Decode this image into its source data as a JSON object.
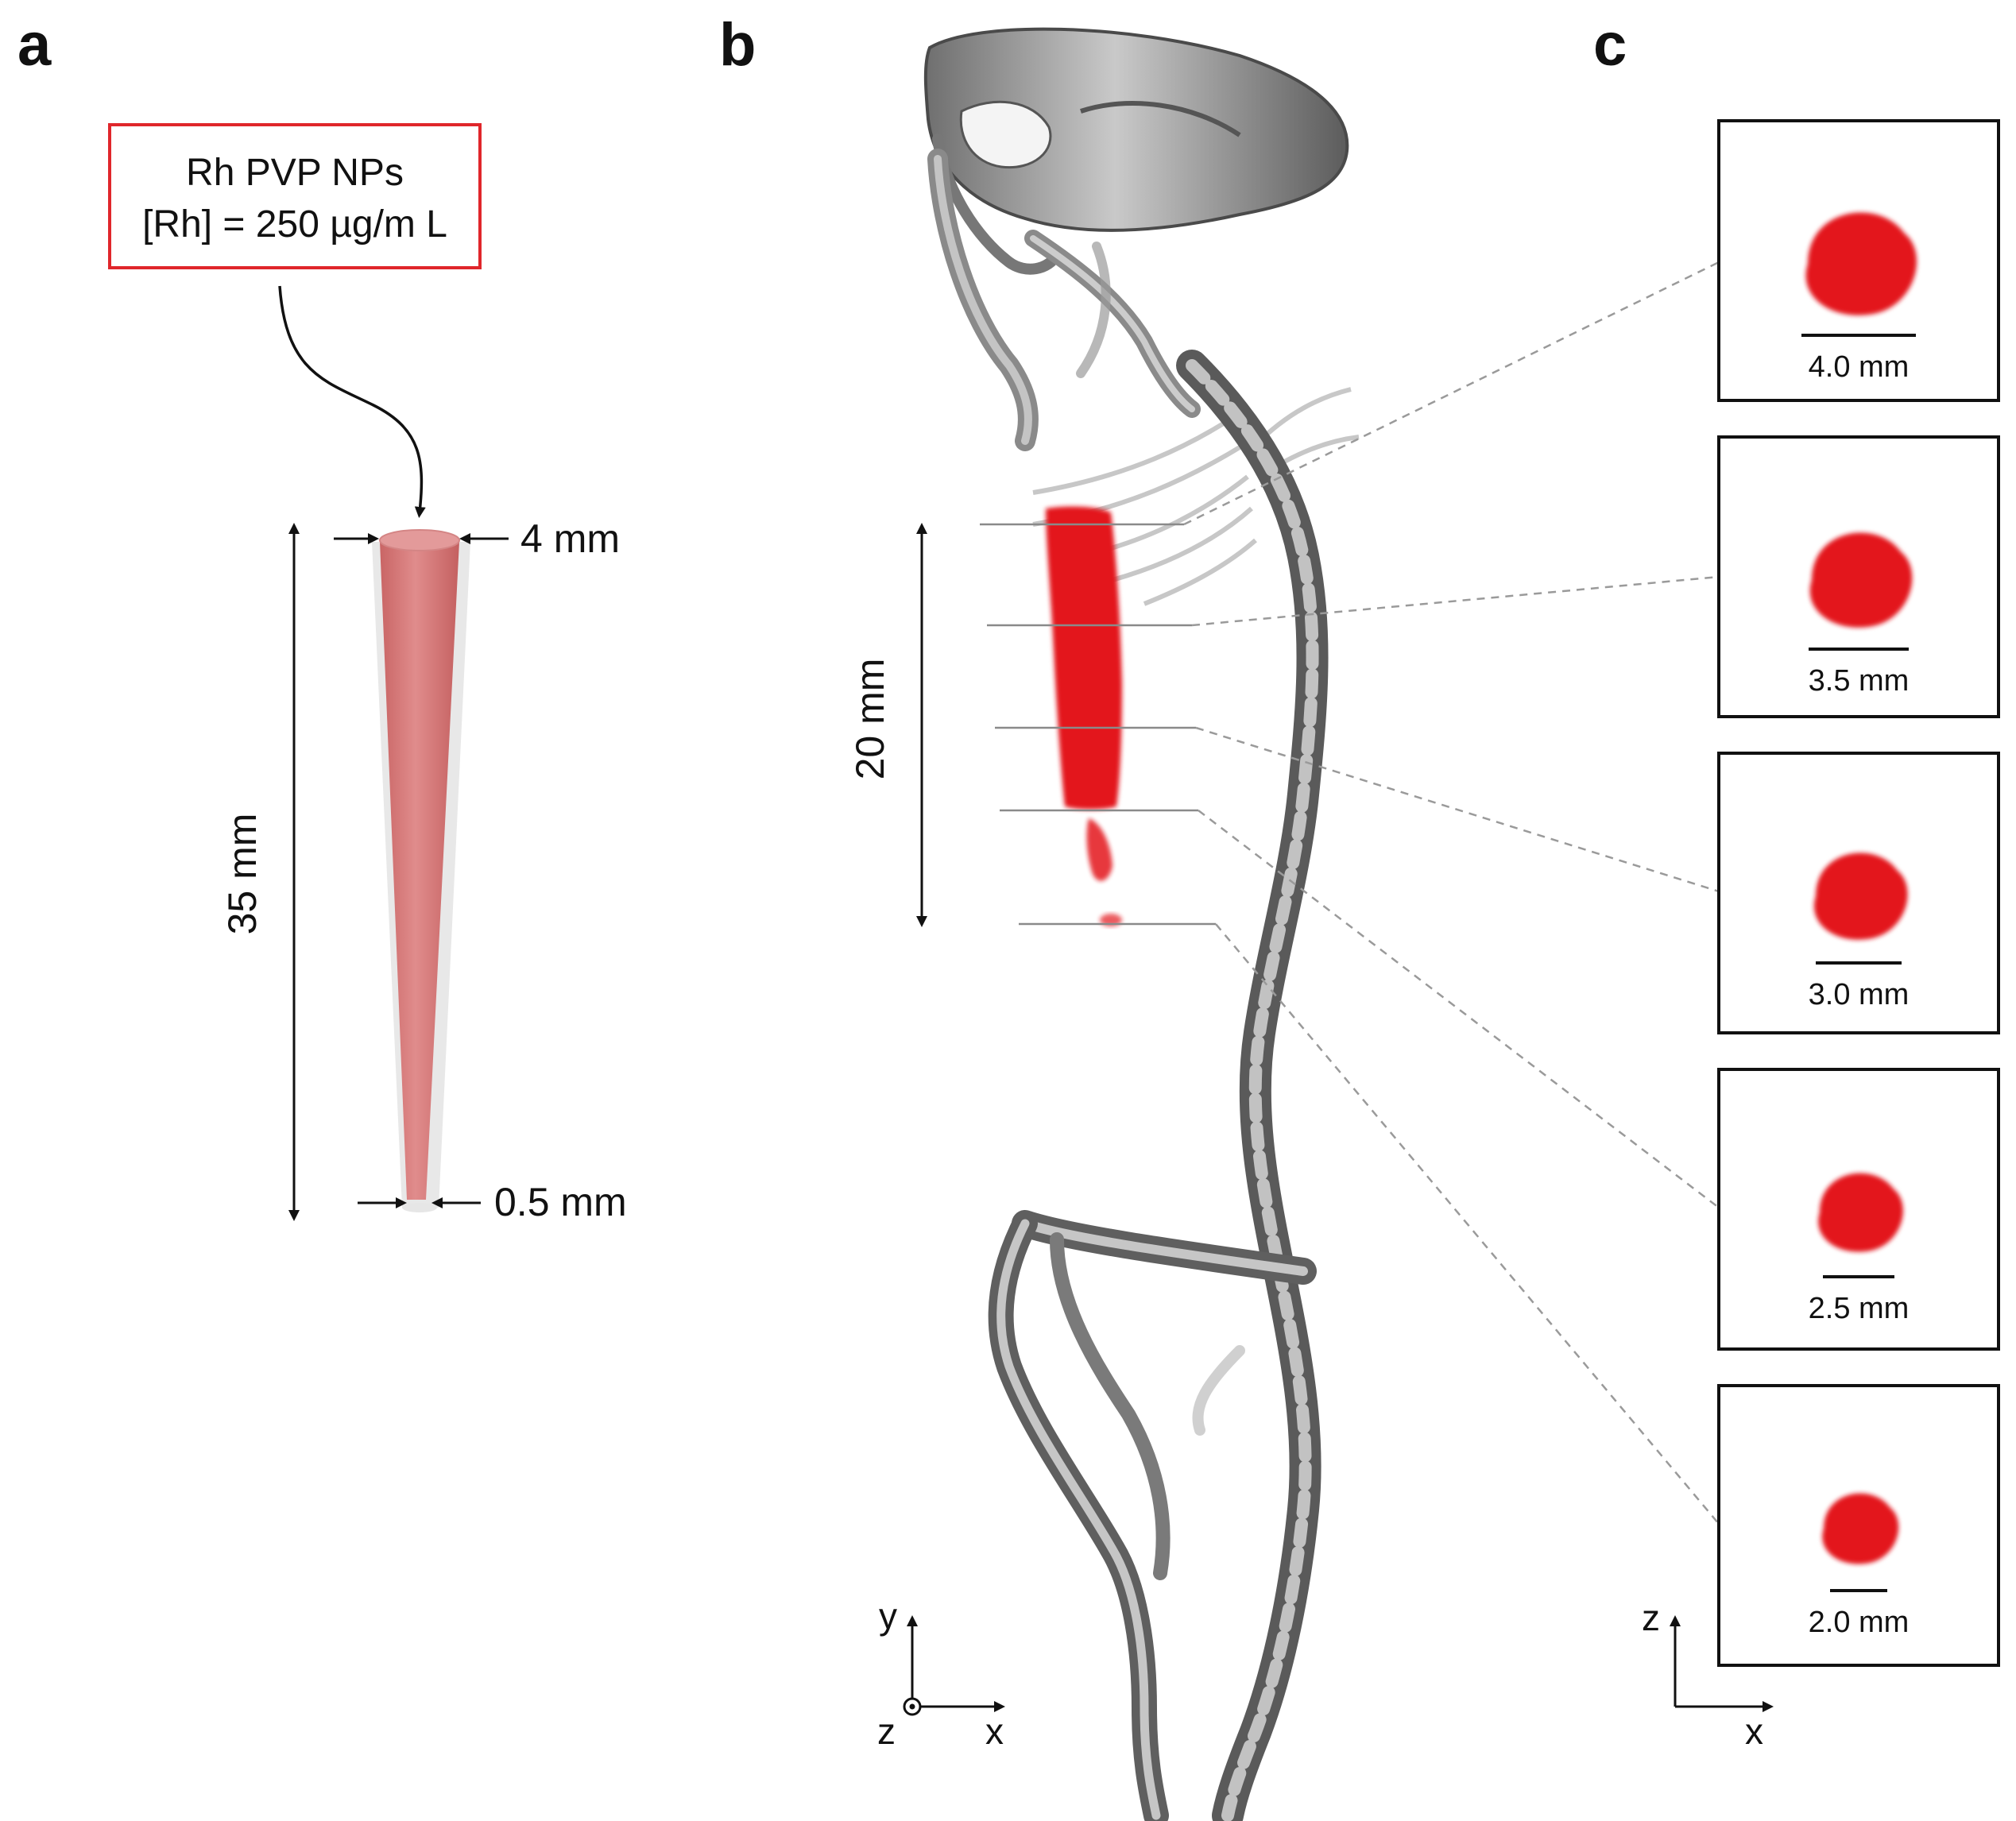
{
  "panels": {
    "a": {
      "letter": "a",
      "label_box": {
        "line1": "Rh PVP NPs",
        "line2": "[Rh] = 250 µg/m L",
        "border_color": "#e0262b"
      },
      "top_diameter": "4 mm",
      "bottom_diameter": "0.5 mm",
      "length": "35 mm",
      "cone_color": "#d97777"
    },
    "b": {
      "letter": "b",
      "scale_length": "20 mm",
      "axes": {
        "y": "y",
        "z": "z",
        "x": "x"
      },
      "signal_color": "#e3141c"
    },
    "c": {
      "letter": "c",
      "slices": [
        {
          "scale": "4.0 mm"
        },
        {
          "scale": "3.5 mm"
        },
        {
          "scale": "3.0 mm"
        },
        {
          "scale": "2.5 mm"
        },
        {
          "scale": "2.0 mm"
        }
      ],
      "axes": {
        "z": "z",
        "x": "x"
      }
    }
  }
}
